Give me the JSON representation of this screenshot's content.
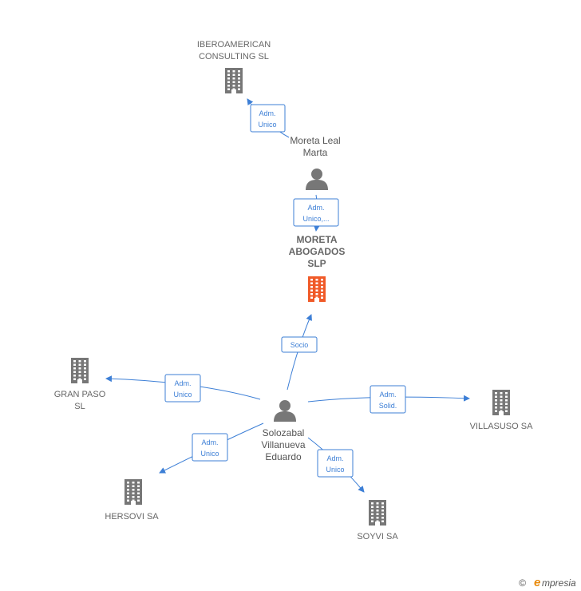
{
  "nodes": {
    "iberoamerican": {
      "lines": [
        "IBEROAMERICAN",
        "CONSULTING SL"
      ],
      "type": "company"
    },
    "moreta_leal": {
      "lines": [
        "Moreta Leal",
        "Marta"
      ],
      "type": "person"
    },
    "moreta_abogados": {
      "lines": [
        "MORETA",
        "ABOGADOS",
        "SLP"
      ],
      "type": "company-main"
    },
    "gran_paso": {
      "lines": [
        "GRAN PASO",
        "SL"
      ],
      "type": "company"
    },
    "villasuso": {
      "lines": [
        "VILLASUSO SA"
      ],
      "type": "company"
    },
    "solozabal": {
      "lines": [
        "Solozabal",
        "Villanueva",
        "Eduardo"
      ],
      "type": "person"
    },
    "hersovi": {
      "lines": [
        "HERSOVI SA"
      ],
      "type": "company"
    },
    "soyvi": {
      "lines": [
        "SOYVI SA"
      ],
      "type": "company"
    }
  },
  "edges": {
    "moreta_iber": [
      "Adm.",
      "Unico"
    ],
    "moreta_abog": [
      "Adm.",
      "Unico,..."
    ],
    "sol_abog": [
      "Socio"
    ],
    "sol_gran": [
      "Adm.",
      "Unico"
    ],
    "sol_villa": [
      "Adm.",
      "Solid."
    ],
    "sol_hers": [
      "Adm.",
      "Unico"
    ],
    "sol_soyvi": [
      "Adm.",
      "Unico"
    ]
  },
  "colors": {
    "edge": "#3d7fd6",
    "company": "#777777",
    "company_main": "#f05a28",
    "person": "#777777"
  },
  "brand": {
    "copyright": "©",
    "e": "e",
    "name": "mpresia"
  }
}
